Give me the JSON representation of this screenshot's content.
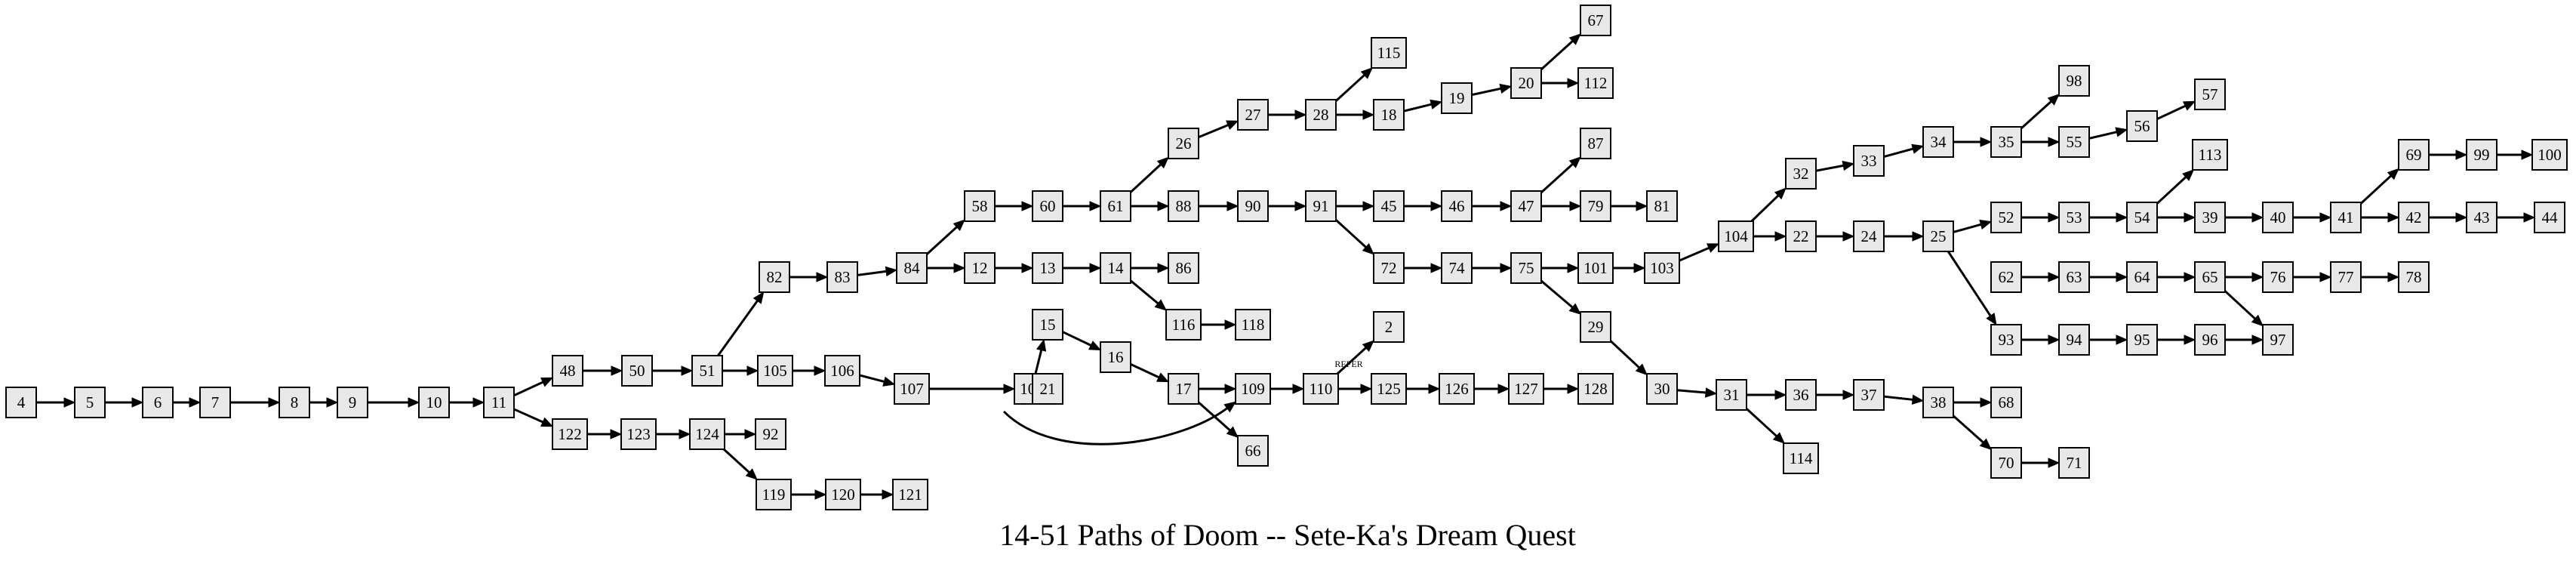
{
  "title": "14-51 Paths of Doom -- Sete-Ka's Dream Quest",
  "nodes": [
    "4",
    "5",
    "6",
    "7",
    "8",
    "9",
    "10",
    "11",
    "48",
    "122",
    "50",
    "123",
    "51",
    "124",
    "82",
    "105",
    "92",
    "119",
    "83",
    "106",
    "120",
    "121",
    "84",
    "107",
    "58",
    "12",
    "108",
    "60",
    "13",
    "15",
    "21",
    "61",
    "14",
    "16",
    "26",
    "88",
    "86",
    "116",
    "17",
    "27",
    "90",
    "118",
    "109",
    "66",
    "28",
    "91",
    "110",
    "115",
    "18",
    "45",
    "72",
    "2",
    "125",
    "19",
    "46",
    "74",
    "126",
    "20",
    "47",
    "75",
    "127",
    "67",
    "112",
    "87",
    "79",
    "101",
    "29",
    "128",
    "81",
    "103",
    "30",
    "104",
    "31",
    "32",
    "22",
    "36",
    "114",
    "33",
    "24",
    "37",
    "34",
    "25",
    "38",
    "35",
    "52",
    "93",
    "68",
    "70",
    "98",
    "55",
    "53",
    "94",
    "71",
    "56",
    "54",
    "95",
    "57",
    "113",
    "39",
    "96",
    "40",
    "41",
    "69",
    "42",
    "99",
    "43",
    "100",
    "44",
    "62",
    "63",
    "64",
    "65",
    "76",
    "97",
    "77",
    "78"
  ],
  "edges": [
    {
      "from": "4",
      "to": "5"
    },
    {
      "from": "5",
      "to": "6"
    },
    {
      "from": "6",
      "to": "7"
    },
    {
      "from": "7",
      "to": "8"
    },
    {
      "from": "8",
      "to": "9"
    },
    {
      "from": "9",
      "to": "10"
    },
    {
      "from": "10",
      "to": "11"
    },
    {
      "from": "11",
      "to": "48"
    },
    {
      "from": "11",
      "to": "122"
    },
    {
      "from": "48",
      "to": "50"
    },
    {
      "from": "122",
      "to": "123"
    },
    {
      "from": "50",
      "to": "51"
    },
    {
      "from": "123",
      "to": "124"
    },
    {
      "from": "51",
      "to": "82"
    },
    {
      "from": "51",
      "to": "105"
    },
    {
      "from": "124",
      "to": "92"
    },
    {
      "from": "124",
      "to": "119"
    },
    {
      "from": "82",
      "to": "83"
    },
    {
      "from": "105",
      "to": "106"
    },
    {
      "from": "119",
      "to": "120"
    },
    {
      "from": "83",
      "to": "84"
    },
    {
      "from": "106",
      "to": "107"
    },
    {
      "from": "120",
      "to": "121"
    },
    {
      "from": "84",
      "to": "58"
    },
    {
      "from": "84",
      "to": "12"
    },
    {
      "from": "107",
      "to": "108"
    },
    {
      "from": "58",
      "to": "60"
    },
    {
      "from": "12",
      "to": "13"
    },
    {
      "from": "108",
      "to": "15"
    },
    {
      "from": "108",
      "to": "21"
    },
    {
      "from": "108",
      "to": "109"
    },
    {
      "from": "60",
      "to": "61"
    },
    {
      "from": "13",
      "to": "14"
    },
    {
      "from": "15",
      "to": "16"
    },
    {
      "from": "61",
      "to": "26"
    },
    {
      "from": "61",
      "to": "88"
    },
    {
      "from": "14",
      "to": "86"
    },
    {
      "from": "14",
      "to": "116"
    },
    {
      "from": "16",
      "to": "17"
    },
    {
      "from": "26",
      "to": "27"
    },
    {
      "from": "88",
      "to": "90"
    },
    {
      "from": "116",
      "to": "118"
    },
    {
      "from": "17",
      "to": "109"
    },
    {
      "from": "17",
      "to": "66"
    },
    {
      "from": "27",
      "to": "28"
    },
    {
      "from": "90",
      "to": "91"
    },
    {
      "from": "109",
      "to": "110"
    },
    {
      "from": "28",
      "to": "115"
    },
    {
      "from": "28",
      "to": "18"
    },
    {
      "from": "91",
      "to": "45"
    },
    {
      "from": "91",
      "to": "72"
    },
    {
      "from": "110",
      "to": "2",
      "label": "REFER"
    },
    {
      "from": "110",
      "to": "125"
    },
    {
      "from": "18",
      "to": "19"
    },
    {
      "from": "45",
      "to": "46"
    },
    {
      "from": "72",
      "to": "74"
    },
    {
      "from": "125",
      "to": "126"
    },
    {
      "from": "19",
      "to": "20"
    },
    {
      "from": "46",
      "to": "47"
    },
    {
      "from": "74",
      "to": "75"
    },
    {
      "from": "126",
      "to": "127"
    },
    {
      "from": "20",
      "to": "67"
    },
    {
      "from": "20",
      "to": "112"
    },
    {
      "from": "47",
      "to": "87"
    },
    {
      "from": "47",
      "to": "79"
    },
    {
      "from": "75",
      "to": "101"
    },
    {
      "from": "75",
      "to": "29"
    },
    {
      "from": "127",
      "to": "128"
    },
    {
      "from": "79",
      "to": "81"
    },
    {
      "from": "101",
      "to": "103"
    },
    {
      "from": "29",
      "to": "30"
    },
    {
      "from": "103",
      "to": "104"
    },
    {
      "from": "30",
      "to": "31"
    },
    {
      "from": "104",
      "to": "32"
    },
    {
      "from": "104",
      "to": "22"
    },
    {
      "from": "31",
      "to": "36"
    },
    {
      "from": "31",
      "to": "114"
    },
    {
      "from": "32",
      "to": "33"
    },
    {
      "from": "22",
      "to": "24"
    },
    {
      "from": "36",
      "to": "37"
    },
    {
      "from": "33",
      "to": "34"
    },
    {
      "from": "24",
      "to": "25"
    },
    {
      "from": "37",
      "to": "38"
    },
    {
      "from": "34",
      "to": "35"
    },
    {
      "from": "25",
      "to": "52"
    },
    {
      "from": "25",
      "to": "93"
    },
    {
      "from": "38",
      "to": "68"
    },
    {
      "from": "38",
      "to": "70"
    },
    {
      "from": "35",
      "to": "98"
    },
    {
      "from": "35",
      "to": "55"
    },
    {
      "from": "52",
      "to": "53"
    },
    {
      "from": "93",
      "to": "94"
    },
    {
      "from": "70",
      "to": "71"
    },
    {
      "from": "55",
      "to": "56"
    },
    {
      "from": "53",
      "to": "54"
    },
    {
      "from": "94",
      "to": "95"
    },
    {
      "from": "56",
      "to": "57"
    },
    {
      "from": "54",
      "to": "113"
    },
    {
      "from": "54",
      "to": "39"
    },
    {
      "from": "95",
      "to": "96"
    },
    {
      "from": "39",
      "to": "40"
    },
    {
      "from": "96",
      "to": "97"
    },
    {
      "from": "40",
      "to": "41"
    },
    {
      "from": "41",
      "to": "69"
    },
    {
      "from": "41",
      "to": "42"
    },
    {
      "from": "69",
      "to": "99"
    },
    {
      "from": "42",
      "to": "43"
    },
    {
      "from": "99",
      "to": "100"
    },
    {
      "from": "43",
      "to": "44"
    },
    {
      "from": "62",
      "to": "63"
    },
    {
      "from": "63",
      "to": "64"
    },
    {
      "from": "64",
      "to": "65"
    },
    {
      "from": "65",
      "to": "76"
    },
    {
      "from": "65",
      "to": "97"
    },
    {
      "from": "76",
      "to": "77"
    },
    {
      "from": "77",
      "to": "78"
    }
  ]
}
